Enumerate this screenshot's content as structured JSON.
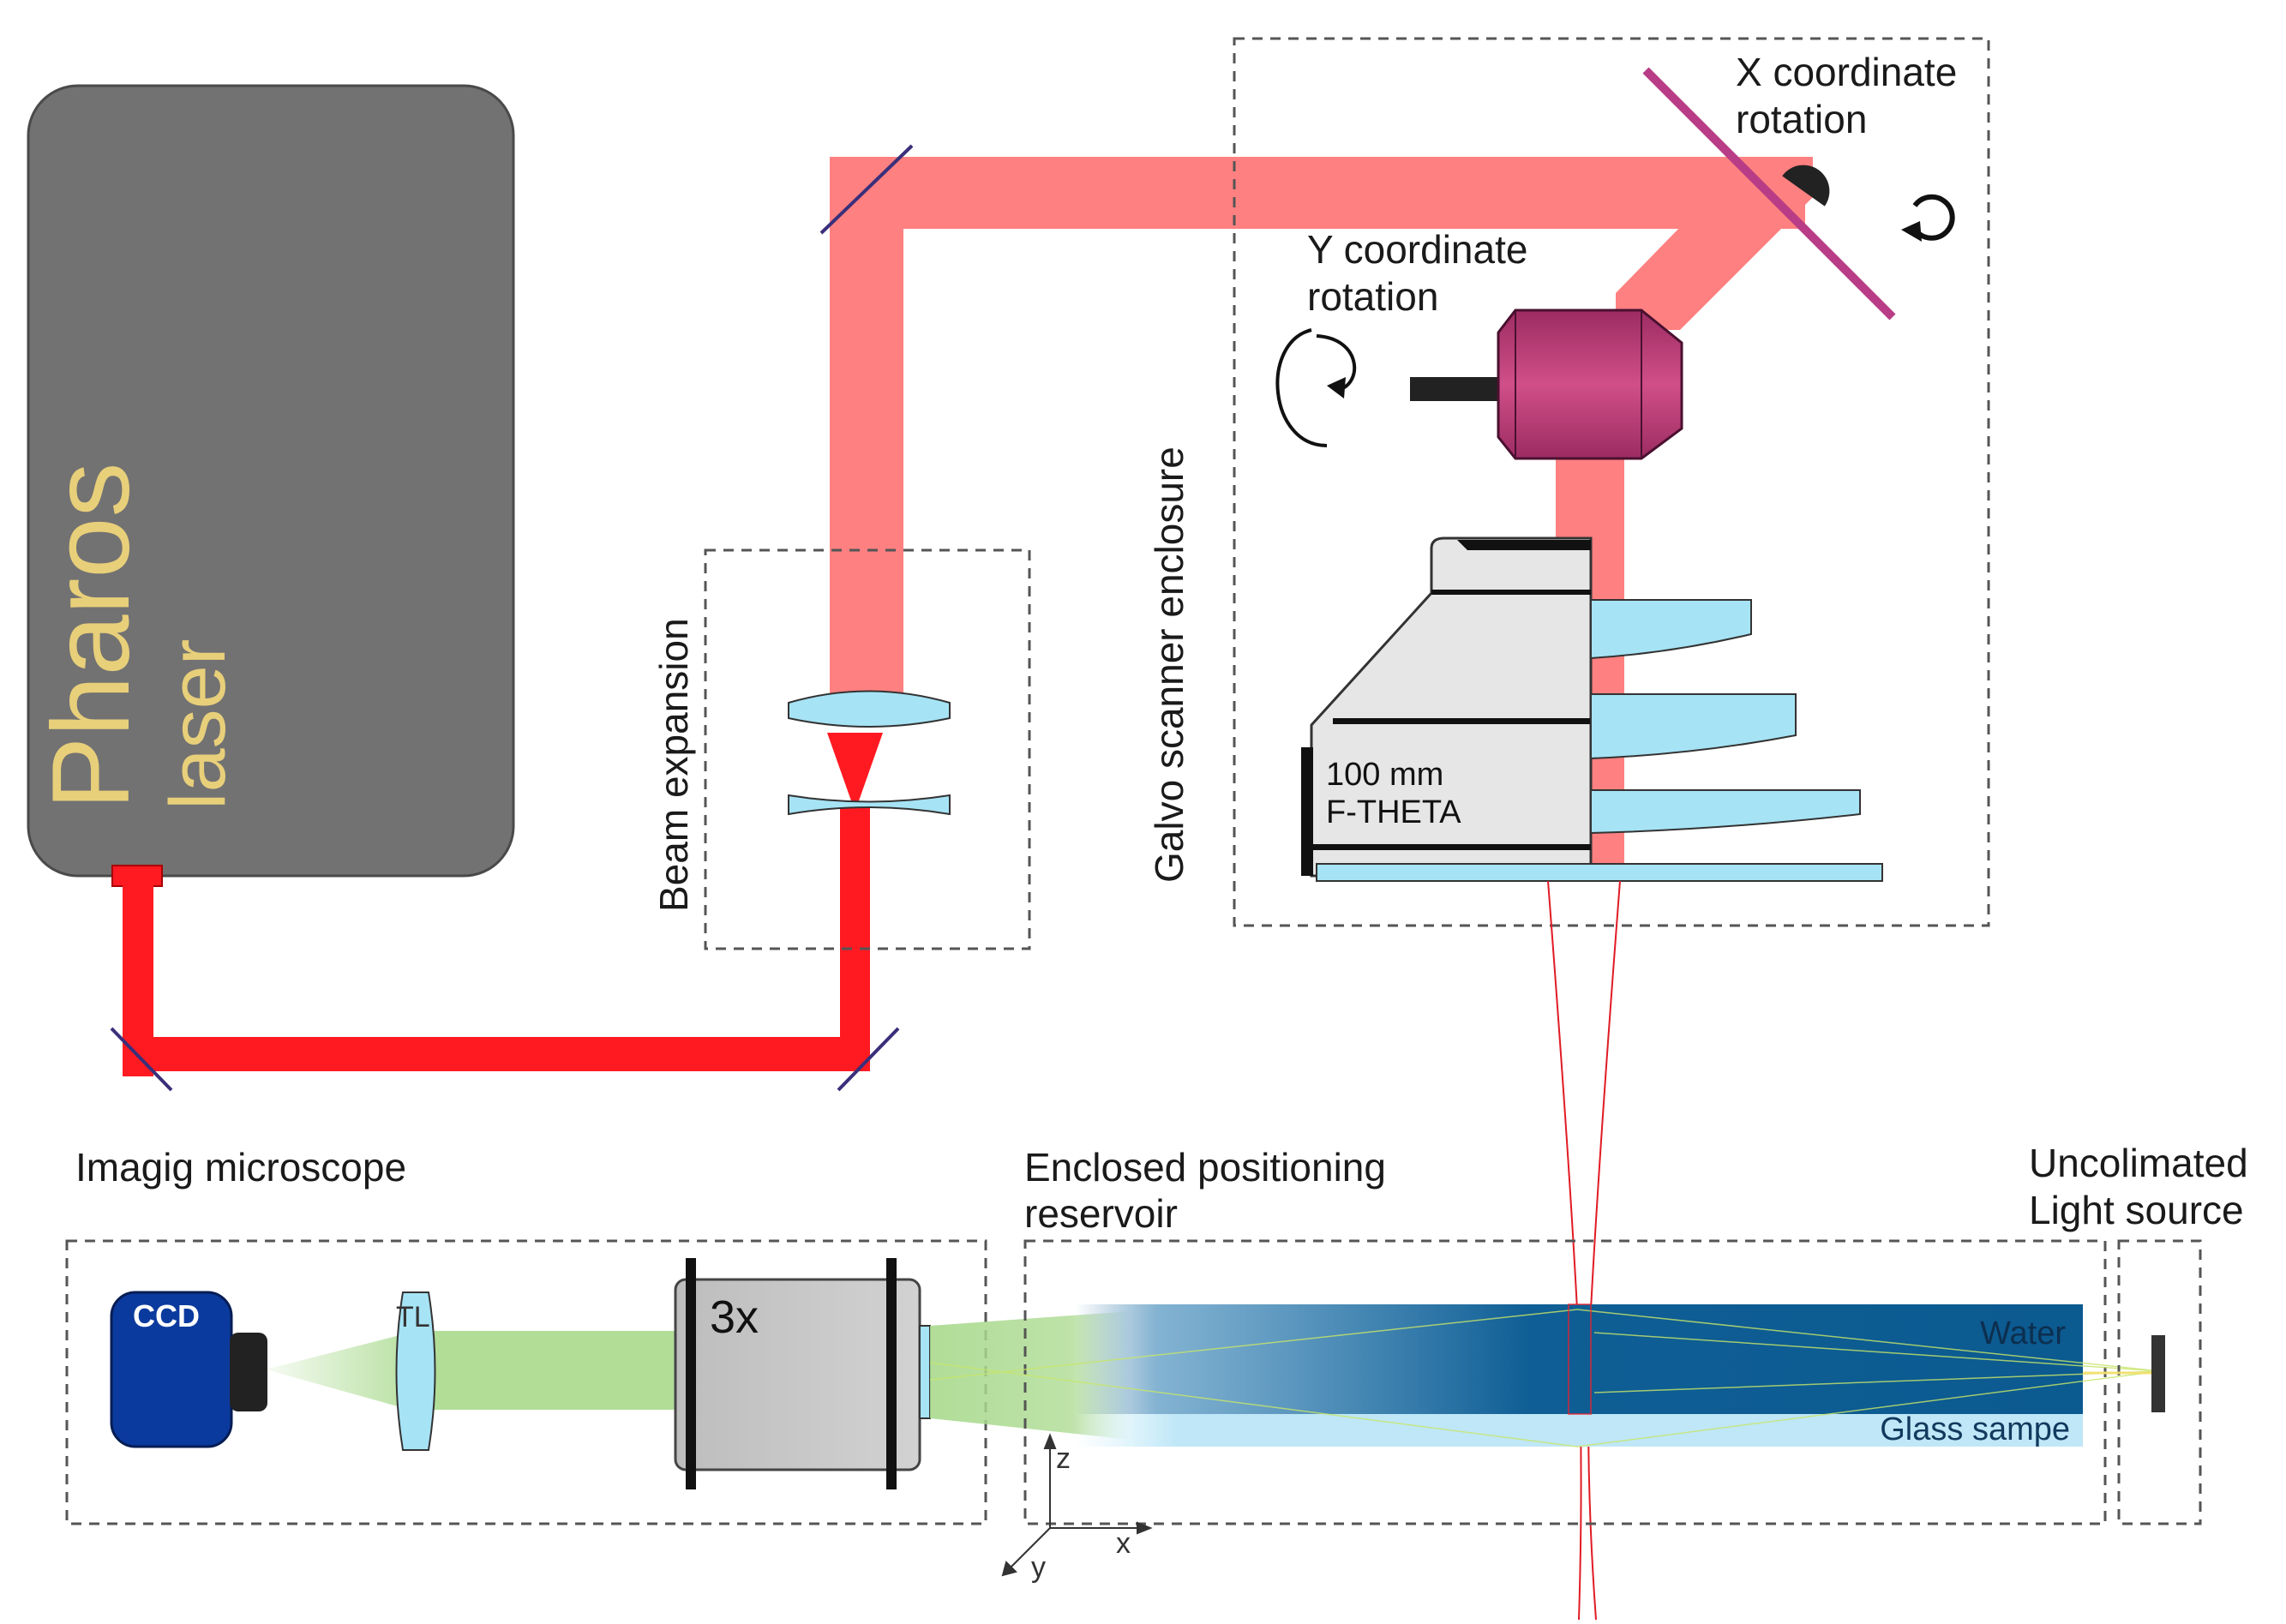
{
  "laser": {
    "name": "Pharos",
    "sub": "laser",
    "name_color": "#e8cf7a",
    "body_color": "#727272"
  },
  "labels": {
    "beam_expansion": "Beam expansion",
    "galvo_enclosure": "Galvo scanner enclosure",
    "x_rotation_line1": "X coordinate",
    "x_rotation_line2": "rotation",
    "y_rotation_line1": "Y coordinate",
    "y_rotation_line2": "rotation",
    "ftheta_line1": "100 mm",
    "ftheta_line2": "F-THETA",
    "imaging_microscope": "Imagig microscope",
    "reservoir_line1": "Enclosed positioning",
    "reservoir_line2": "reservoir",
    "light_source_line1": "Uncolimated",
    "light_source_line2": "Light source",
    "ccd": "CCD",
    "tube_lens": "TL",
    "objective": "3x",
    "water": "Water",
    "glass": "Glass sampe",
    "axis_z": "z",
    "axis_x": "x",
    "axis_y": "y"
  },
  "colors": {
    "beam_wide": "#ff8080",
    "beam_narrow": "#ff1a22",
    "lens": "#a6e3f5",
    "mirror": "#3a2f7a",
    "galvo": "#c8467e",
    "scanner_mirror": "#b83c86",
    "ftheta_body": "#e6e6e6",
    "ccd": "#0b3a9e",
    "imaging_light": "#a8d98c",
    "water": "#0f5e95",
    "glass": "#bfe7f7"
  }
}
